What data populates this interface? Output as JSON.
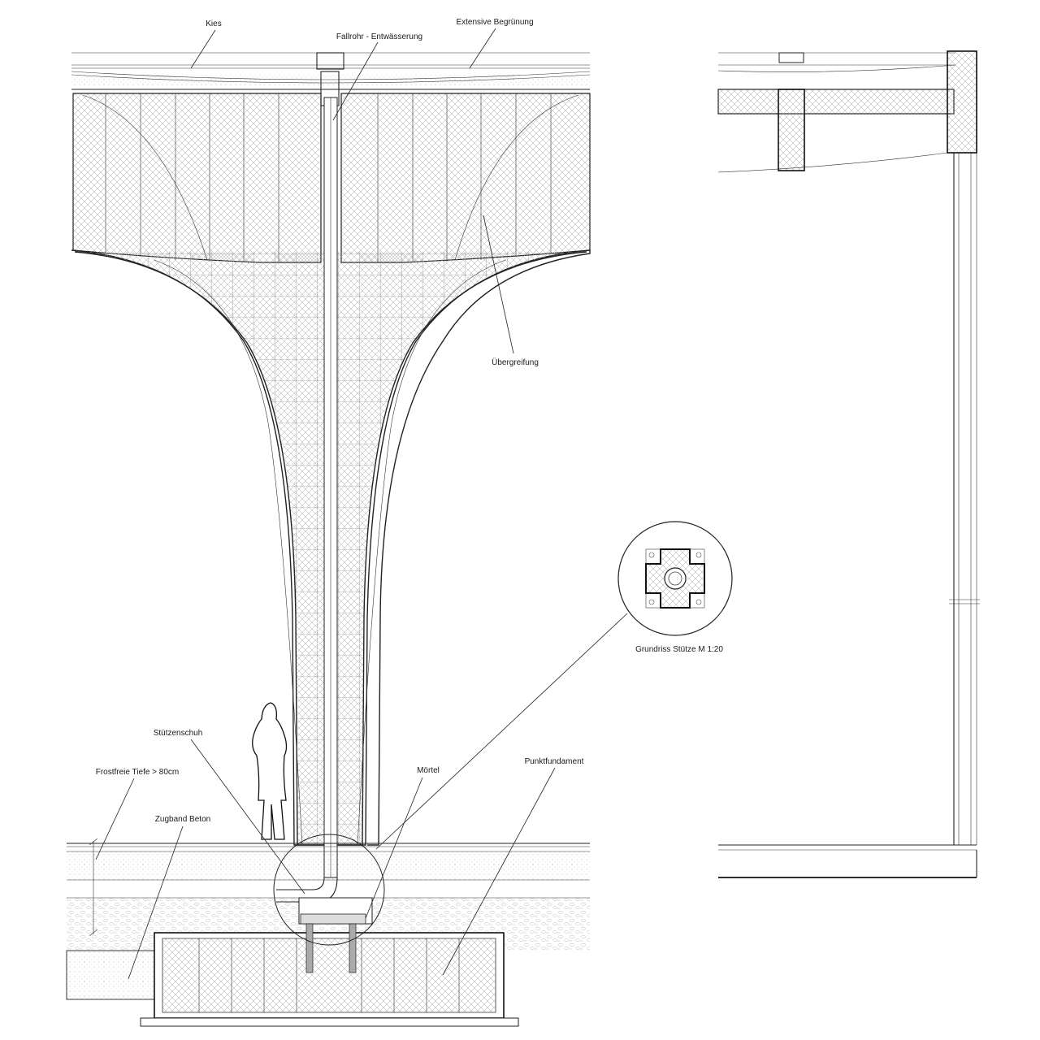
{
  "labels": {
    "kies": "Kies",
    "fallrohr": "Fallrohr - Entwässerung",
    "extensive": "Extensive Begrünung",
    "uebergreifung": "Übergreifung",
    "grundriss": "Grundriss Stütze M 1:20",
    "stuetzenschuh": "Stützenschuh",
    "frostfreie": "Frostfreie Tiefe > 80cm",
    "zugband": "Zugband Beton",
    "moertel": "Mörtel",
    "punktfundament": "Punktfundament"
  },
  "colors": {
    "line": "#222222",
    "hatch": "#9a9a9a",
    "background": "#ffffff"
  }
}
